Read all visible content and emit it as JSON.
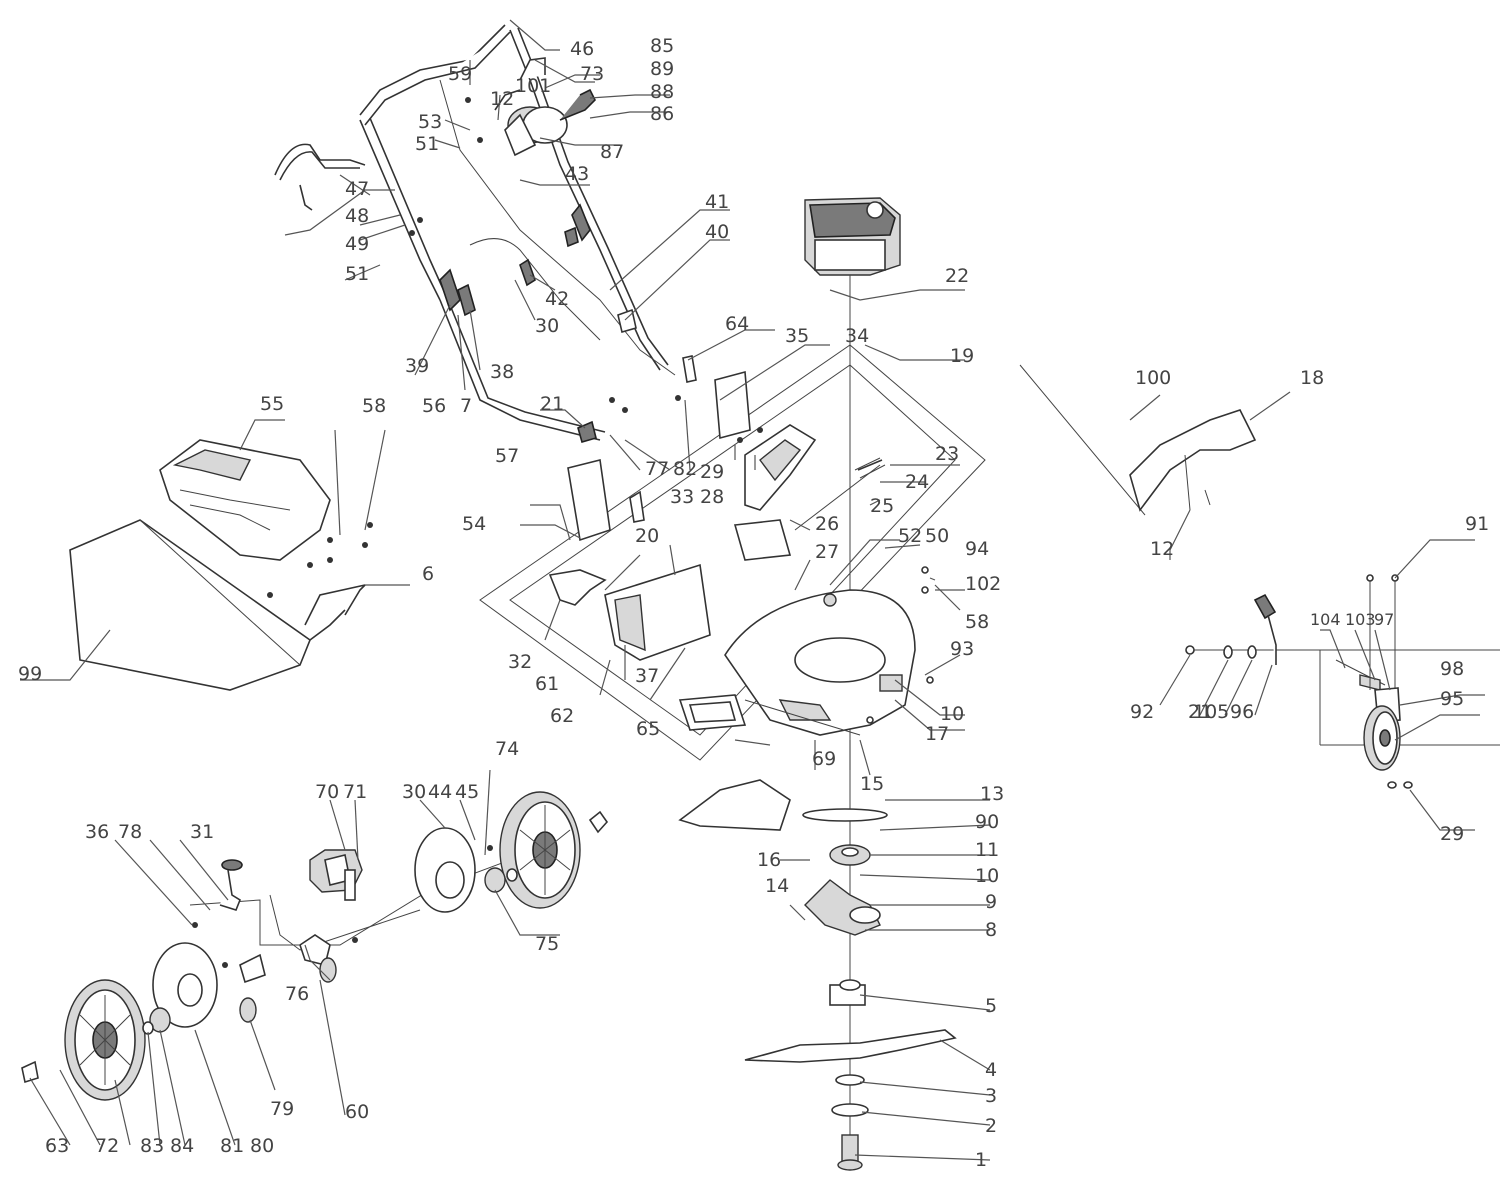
{
  "labels": {
    "l1": "1",
    "l2": "2",
    "l3": "3",
    "l4": "4",
    "l5": "5",
    "l6": "6",
    "l7": "7",
    "l8": "8",
    "l9": "9",
    "l10a": "10",
    "l10b": "10",
    "l11": "11",
    "l12a": "12",
    "l12b": "12",
    "l13": "13",
    "l14": "14",
    "l15": "15",
    "l16": "16",
    "l17": "17",
    "l18": "18",
    "l19": "19",
    "l20": "20",
    "l21a": "21",
    "l21b": "21",
    "l22": "22",
    "l23": "23",
    "l24": "24",
    "l25": "25",
    "l26": "26",
    "l27": "27",
    "l28": "28",
    "l29a": "29",
    "l29b": "29",
    "l30a": "30",
    "l30b": "30",
    "l31": "31",
    "l32": "32",
    "l33": "33",
    "l34": "34",
    "l35": "35",
    "l36": "36",
    "l37": "37",
    "l38": "38",
    "l39": "39",
    "l40": "40",
    "l41": "41",
    "l42": "42",
    "l43": "43",
    "l44": "44",
    "l45": "45",
    "l46": "46",
    "l47": "47",
    "l48": "48",
    "l49": "49",
    "l50": "50",
    "l51a": "51",
    "l51b": "51",
    "l52": "52",
    "l53": "53",
    "l54": "54",
    "l55": "55",
    "l56": "56",
    "l57": "57",
    "l58a": "58",
    "l58b": "58",
    "l59": "59",
    "l60": "60",
    "l61": "61",
    "l62": "62",
    "l63": "63",
    "l64": "64",
    "l65": "65",
    "l69": "69",
    "l70": "70",
    "l71": "71",
    "l72": "72",
    "l73": "73",
    "l74": "74",
    "l75": "75",
    "l76": "76",
    "l77": "77",
    "l78": "78",
    "l79": "79",
    "l80": "80",
    "l81": "81",
    "l82": "82",
    "l83": "83",
    "l84": "84",
    "l85": "85",
    "l86": "86",
    "l87": "87",
    "l88": "88",
    "l89": "89",
    "l90": "90",
    "l91": "91",
    "l92": "92",
    "l93": "93",
    "l94": "94",
    "l95": "95",
    "l96": "96",
    "l97": "97",
    "l98": "98",
    "l99": "99",
    "l100": "100",
    "l101": "101",
    "l102": "102",
    "l103": "103",
    "l104": "104",
    "l105": "105"
  }
}
